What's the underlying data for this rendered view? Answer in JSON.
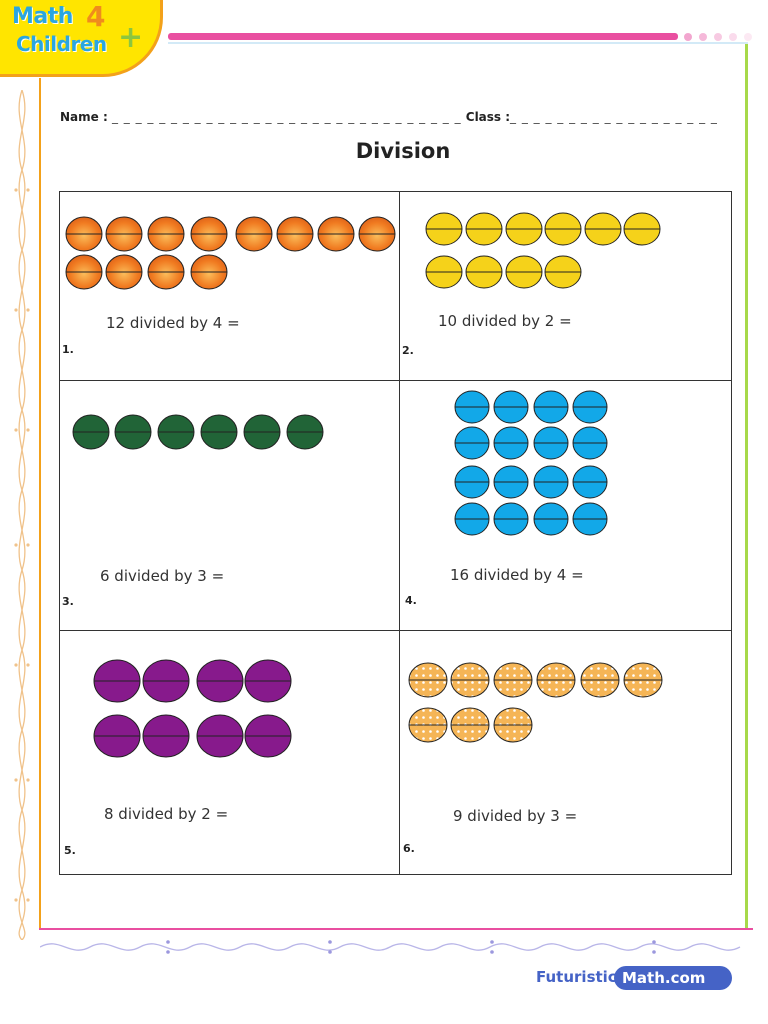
{
  "logo": {
    "word1": "Math",
    "word2": "Children",
    "number": "4",
    "plus": "+"
  },
  "header": {
    "name_label": "Name :",
    "name_blank": "_ _ _ _ _ _ _ _ _ _ _ _ _ _ _ _ _ _ _ _ _ _ _ _ _ _ _ _ _ _",
    "class_label": "Class :",
    "class_blank": "_ _ _ _ _ _ _ _ _ _ _ _ _ _ _ _ _ _"
  },
  "title": "Division",
  "problems": [
    {
      "number": "1.",
      "text": "12 divided by 4 =",
      "count": 12,
      "color": "#f07a20"
    },
    {
      "number": "2.",
      "text": "10 divided by 2 =",
      "count": 10,
      "color": "#f5d21a"
    },
    {
      "number": "3.",
      "text": "6 divided by 3 =",
      "count": 6,
      "color": "#216437"
    },
    {
      "number": "4.",
      "text": "16 divided by 4 =",
      "count": 16,
      "color": "#12a8e8"
    },
    {
      "number": "5.",
      "text": "8 divided by 2 =",
      "count": 8,
      "color": "#871a8c"
    },
    {
      "number": "6.",
      "text": "9 divided by 3 =",
      "count": 9,
      "color": "#f5b556"
    }
  ],
  "footer": {
    "brand_left": "Futuristic",
    "brand_right": "Math.com"
  }
}
